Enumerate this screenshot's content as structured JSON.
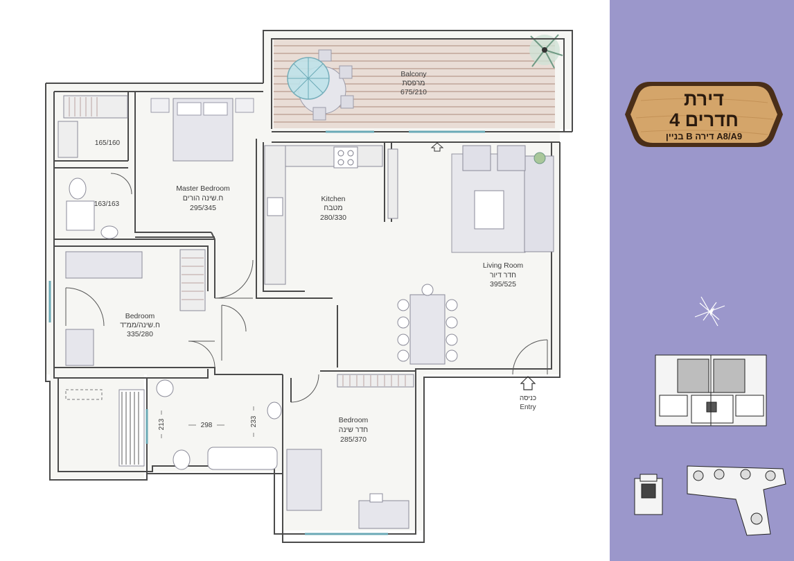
{
  "colors": {
    "panel": "#9b97cb",
    "floor": "#f6f6f3",
    "wall": "#4a4a4a",
    "sign_wood": "#d4a56a",
    "sign_border": "#4a2e18"
  },
  "title": {
    "line1": "דירת",
    "line2": "4 חדרים",
    "line3": "בניין B דירה A8/A9"
  },
  "rooms": {
    "balcony": {
      "en": "Balcony",
      "he": "מרפסת",
      "dim": "675/210"
    },
    "master_bedroom": {
      "en": "Master Bedroom",
      "he": "ח.שינה הורים",
      "dim": "295/345"
    },
    "kitchen": {
      "en": "Kitchen",
      "he": "מטבח",
      "dim": "280/330"
    },
    "living_room": {
      "en": "Living Room",
      "he": "חדר דיור",
      "dim": "395/525"
    },
    "bedroom_safe": {
      "en": "Bedroom",
      "he": "ח.שינה/ממ\"ד",
      "dim": "335/280"
    },
    "bedroom": {
      "en": "Bedroom",
      "he": "חדר שינה",
      "dim": "285/370"
    },
    "closet": {
      "dim": "165/160"
    },
    "master_bath": {
      "dim": "163/163"
    }
  },
  "bath_dims": {
    "left": "213",
    "width": "298",
    "right": "233"
  },
  "entry": {
    "he": "כניסה",
    "en": "Entry"
  },
  "icons": [
    "compass-icon",
    "entry-arrow-icon",
    "building-keyplan-icon",
    "site-keyplan-icon"
  ]
}
